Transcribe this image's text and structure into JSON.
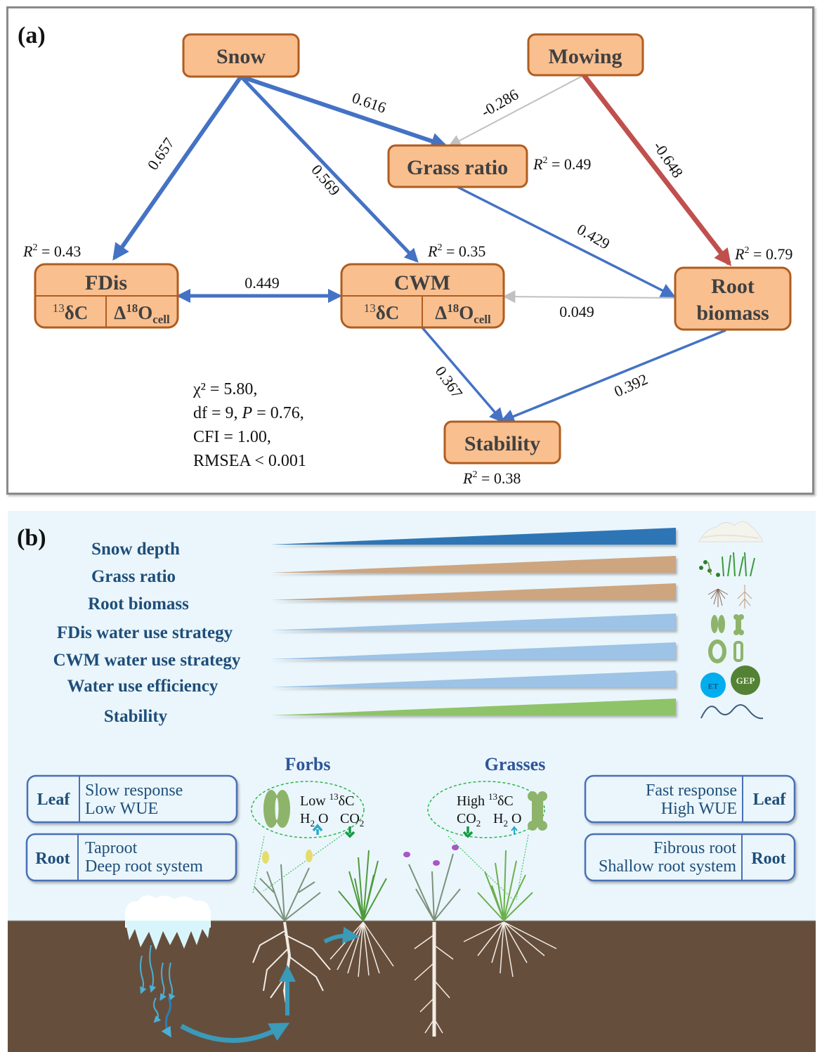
{
  "panel_a": {
    "label": "(a)",
    "nodes": {
      "snow": "Snow",
      "mowing": "Mowing",
      "grass_ratio": "Grass ratio",
      "fdis": "FDis",
      "cwm": "CWM",
      "root_biomass_line1": "Root",
      "root_biomass_line2": "biomass",
      "stability": "Stability",
      "sub_c13": "13",
      "sub_c13_sym": "δC",
      "sub_o18_delta": "Δ",
      "sub_o18_sup": "18",
      "sub_o18_sym": "O",
      "sub_o18_sub": "cell"
    },
    "paths": [
      {
        "from": "Snow",
        "to": "FDis",
        "coef": "0.657",
        "color": "#4472c4"
      },
      {
        "from": "Snow",
        "to": "CWM",
        "coef": "0.569",
        "color": "#4472c4"
      },
      {
        "from": "Snow",
        "to": "Grass ratio",
        "coef": "0.616",
        "color": "#4472c4"
      },
      {
        "from": "Mowing",
        "to": "Grass ratio",
        "coef": "-0.286",
        "color": "#c0c0c0"
      },
      {
        "from": "Mowing",
        "to": "Root biomass",
        "coef": "-0.648",
        "color": "#c0504d"
      },
      {
        "from": "Grass ratio",
        "to": "Root biomass",
        "coef": "0.429",
        "color": "#4472c4"
      },
      {
        "from": "FDis",
        "to": "CWM",
        "coef": "0.449",
        "color": "#4472c4"
      },
      {
        "from": "Root biomass",
        "to": "CWM",
        "coef": "0.049",
        "color": "#c0c0c0"
      },
      {
        "from": "CWM",
        "to": "Stability",
        "coef": "0.367",
        "color": "#4472c4"
      },
      {
        "from": "Root biomass",
        "to": "Stability",
        "coef": "0.392",
        "color": "#4472c4"
      }
    ],
    "r2": {
      "fdis": "0.43",
      "cwm": "0.35",
      "grass_ratio": "0.49",
      "root_biomass": "0.79",
      "stability": "0.38",
      "prefix": "R",
      "sup": "2",
      "eq": " = "
    },
    "fit": {
      "line1": "χ² = 5.80,",
      "line2_a": "df = 9, ",
      "line2_p": "P",
      "line2_b": " = 0.76,",
      "line3": "CFI = 1.00,",
      "line4": "RMSEA < 0.001"
    }
  },
  "panel_b": {
    "label": "(b)",
    "trends": [
      {
        "label": "Snow depth",
        "color": "#2e75b6",
        "icon": "snow-mountain-icon"
      },
      {
        "label": "Grass ratio",
        "color": "#cda57f",
        "icon": "forb-grass-icon"
      },
      {
        "label": "Root biomass",
        "color": "#cda57f",
        "icon": "roots-icon"
      },
      {
        "label": "FDis water use strategy",
        "color": "#9dc3e6",
        "icon": "stomata-open-icon"
      },
      {
        "label": "CWM water use strategy",
        "color": "#9dc3e6",
        "icon": "stomata-closed-icon"
      },
      {
        "label": "Water use efficiency",
        "color": "#9dc3e6",
        "icon": "et-gep-icon"
      },
      {
        "label": "Stability",
        "color": "#8fc36a",
        "icon": "wave-icon"
      }
    ],
    "et_label": "ET",
    "gep_label": "GEP",
    "forbs": {
      "title": "Forbs",
      "stomata_line1_a": "Low ",
      "stomata_line1_sup": "13",
      "stomata_line1_b": "δC",
      "h2o": "H",
      "h2o_sub": "2",
      "h2o_o": " O",
      "co2": "CO",
      "co2_sub": "2",
      "leaf_head": "Leaf",
      "leaf_line1": "Slow response",
      "leaf_line2": "Low WUE",
      "root_head": "Root",
      "root_line1": "Taproot",
      "root_line2": "Deep root system"
    },
    "grasses": {
      "title": "Grasses",
      "stomata_line1_a": "High ",
      "stomata_line1_sup": "13",
      "stomata_line1_b": "δC",
      "co2": "CO",
      "co2_sub": "2",
      "h2o": "H",
      "h2o_sub": "2",
      "h2o_o": " O",
      "leaf_head": "Leaf",
      "leaf_line1": "Fast response",
      "leaf_line2": "High WUE",
      "root_head": "Root",
      "root_line1": "Fibrous root",
      "root_line2": "Shallow root system"
    },
    "colors": {
      "sky": "#eaf6fc",
      "soil": "#664e3d",
      "water_arrow": "#3a9ab8"
    }
  }
}
